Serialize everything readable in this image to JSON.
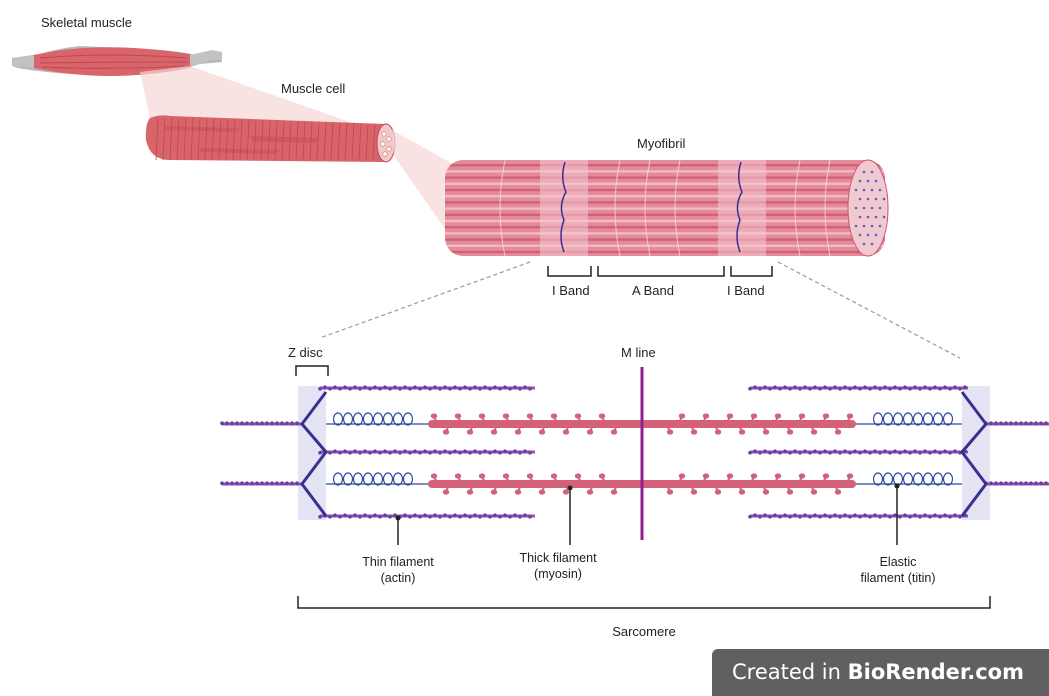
{
  "labels": {
    "skeletal_muscle": "Skeletal muscle",
    "muscle_cell": "Muscle cell",
    "myofibril": "Myofibril",
    "i_band_left": "I Band",
    "a_band": "A Band",
    "i_band_right": "I Band",
    "z_disc": "Z disc",
    "m_line": "M line",
    "thin_filament_1": "Thin filament",
    "thin_filament_2": "(actin)",
    "thick_filament_1": "Thick filament",
    "thick_filament_2": "(myosin)",
    "elastic_filament_1": "Elastic",
    "elastic_filament_2": "filament (titin)",
    "sarcomere": "Sarcomere"
  },
  "watermark": {
    "prefix": "Created in ",
    "brand": "BioRender.com"
  },
  "colors": {
    "muscle": "#d9656b",
    "muscle_dark": "#b84a52",
    "myofibril_light": "#f0a9b4",
    "myofibril_pink": "#e07a8c",
    "actin": "#8a55b5",
    "myosin": "#d4607a",
    "titin": "#2b4aa0",
    "m_line": "#8e1f8c",
    "z_disc": "#3a2f8f",
    "tendon": "#b8b8b8"
  }
}
